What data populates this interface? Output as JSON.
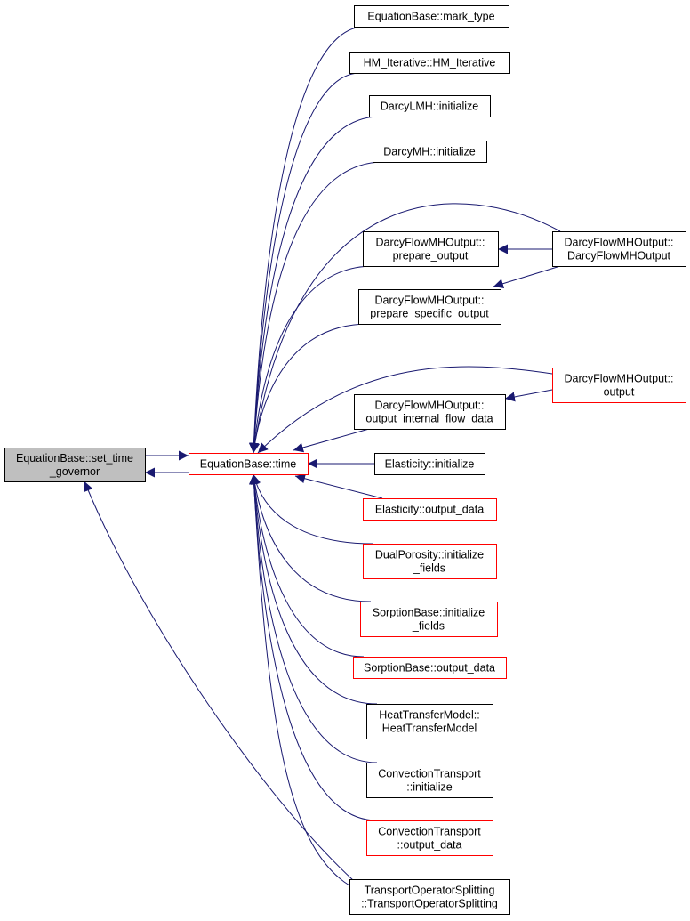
{
  "colors": {
    "edge": "#191970",
    "focus_fill": "#bfbfbf",
    "red_border": "#ff0000",
    "black_border": "#000000"
  },
  "nodes": [
    {
      "id": "stg",
      "lines": [
        "EquationBase::set_time",
        "_governor"
      ],
      "style": "focus"
    },
    {
      "id": "time",
      "lines": [
        "EquationBase::time"
      ],
      "style": "red"
    },
    {
      "id": "mark",
      "lines": [
        "EquationBase::mark_type"
      ],
      "style": "black"
    },
    {
      "id": "hm",
      "lines": [
        "HM_Iterative::HM_Iterative"
      ],
      "style": "black"
    },
    {
      "id": "lmh",
      "lines": [
        "DarcyLMH::initialize"
      ],
      "style": "black"
    },
    {
      "id": "mh",
      "lines": [
        "DarcyMH::initialize"
      ],
      "style": "black"
    },
    {
      "id": "prep",
      "lines": [
        "DarcyFlowMHOutput::",
        "prepare_output"
      ],
      "style": "black"
    },
    {
      "id": "prepspec",
      "lines": [
        "DarcyFlowMHOutput::",
        "prepare_specific_output"
      ],
      "style": "black"
    },
    {
      "id": "dfmo",
      "lines": [
        "DarcyFlowMHOutput::",
        "DarcyFlowMHOutput"
      ],
      "style": "black"
    },
    {
      "id": "out",
      "lines": [
        "DarcyFlowMHOutput::",
        "output"
      ],
      "style": "red"
    },
    {
      "id": "oifd",
      "lines": [
        "DarcyFlowMHOutput::",
        "output_internal_flow_data"
      ],
      "style": "black"
    },
    {
      "id": "elinit",
      "lines": [
        "Elasticity::initialize"
      ],
      "style": "black"
    },
    {
      "id": "elout",
      "lines": [
        "Elasticity::output_data"
      ],
      "style": "red"
    },
    {
      "id": "dual",
      "lines": [
        "DualPorosity::initialize",
        "_fields"
      ],
      "style": "red"
    },
    {
      "id": "sorpinit",
      "lines": [
        "SorptionBase::initialize",
        "_fields"
      ],
      "style": "red"
    },
    {
      "id": "sorpout",
      "lines": [
        "SorptionBase::output_data"
      ],
      "style": "red"
    },
    {
      "id": "heat",
      "lines": [
        "HeatTransferModel::",
        "HeatTransferModel"
      ],
      "style": "black"
    },
    {
      "id": "convinit",
      "lines": [
        "ConvectionTransport",
        "::initialize"
      ],
      "style": "black"
    },
    {
      "id": "convout",
      "lines": [
        "ConvectionTransport",
        "::output_data"
      ],
      "style": "red"
    },
    {
      "id": "tos",
      "lines": [
        "TransportOperatorSplitting",
        "::TransportOperatorSplitting"
      ],
      "style": "black"
    }
  ],
  "edges": [
    {
      "from": "stg",
      "to": "time"
    },
    {
      "from": "time",
      "to": "stg"
    },
    {
      "from": "mark",
      "to": "time"
    },
    {
      "from": "hm",
      "to": "time"
    },
    {
      "from": "lmh",
      "to": "time"
    },
    {
      "from": "mh",
      "to": "time"
    },
    {
      "from": "dfmo",
      "to": "time"
    },
    {
      "from": "prep",
      "to": "time"
    },
    {
      "from": "dfmo",
      "to": "prep"
    },
    {
      "from": "dfmo",
      "to": "prepspec"
    },
    {
      "from": "prepspec",
      "to": "time"
    },
    {
      "from": "out",
      "to": "time"
    },
    {
      "from": "out",
      "to": "oifd"
    },
    {
      "from": "oifd",
      "to": "time"
    },
    {
      "from": "elinit",
      "to": "time"
    },
    {
      "from": "elout",
      "to": "time"
    },
    {
      "from": "dual",
      "to": "time"
    },
    {
      "from": "sorpinit",
      "to": "time"
    },
    {
      "from": "sorpout",
      "to": "time"
    },
    {
      "from": "heat",
      "to": "time"
    },
    {
      "from": "convinit",
      "to": "time"
    },
    {
      "from": "convout",
      "to": "time"
    },
    {
      "from": "tos",
      "to": "time"
    },
    {
      "from": "tos",
      "to": "stg"
    }
  ]
}
